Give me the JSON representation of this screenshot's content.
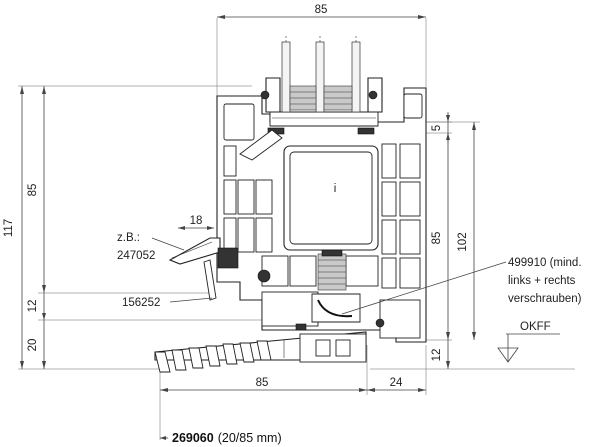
{
  "dimensions": {
    "top_width": "85",
    "left_total": "117",
    "left_upper": "85",
    "left_mid": "12",
    "left_low": "20",
    "gap_5": "5",
    "right_85": "85",
    "right_102": "102",
    "right_12": "12",
    "bottom_85": "85",
    "bottom_24": "24",
    "leader_18": "18",
    "inner_i": "i"
  },
  "labels": {
    "example_line1": "z.B.:",
    "example_line2": "247052",
    "part_156252": "156252",
    "part_499910_line1": "499910 (mind.",
    "part_499910_line2": "links + rechts",
    "part_499910_line3": "verschrauben)",
    "okff": "OKFF",
    "profile_number": "269060",
    "profile_spec": "(20/85 mm)"
  },
  "colors": {
    "line": "#222222",
    "fill_grey": "#c9c9c9"
  }
}
